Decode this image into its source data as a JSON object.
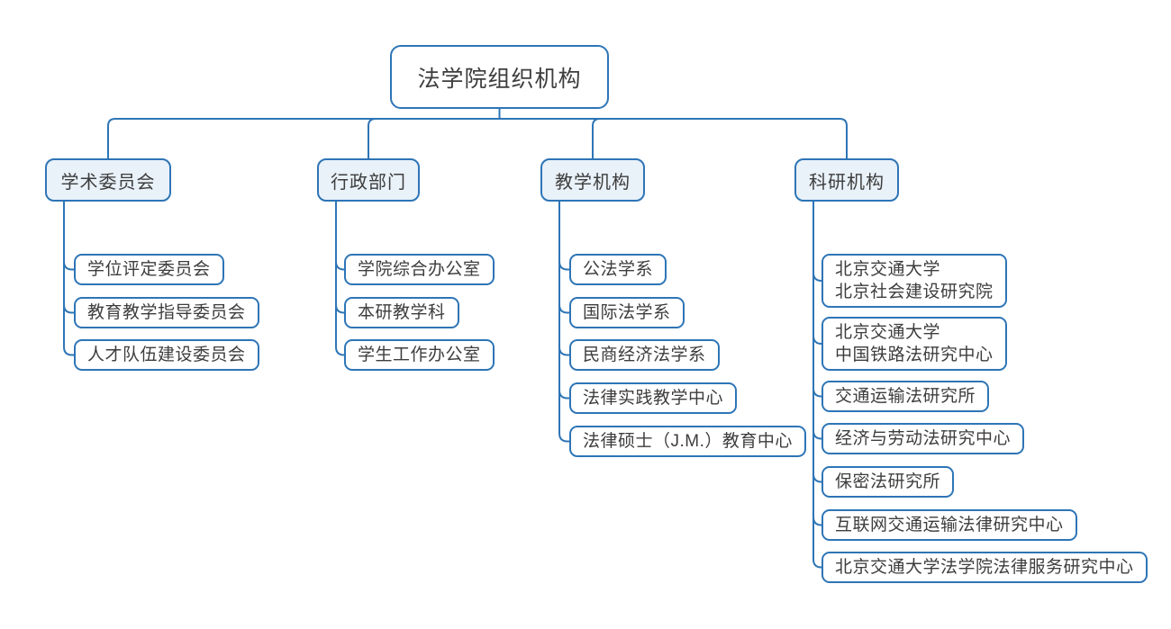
{
  "diagram": {
    "title": "法学院组织机构",
    "branches": [
      {
        "label": "学术委员会",
        "children": [
          {
            "label": "学位评定委员会"
          },
          {
            "label": "教育教学指导委员会"
          },
          {
            "label": "人才队伍建设委员会"
          }
        ]
      },
      {
        "label": "行政部门",
        "children": [
          {
            "label": "学院综合办公室"
          },
          {
            "label": "本研教学科"
          },
          {
            "label": "学生工作办公室"
          }
        ]
      },
      {
        "label": "教学机构",
        "children": [
          {
            "label": "公法学系"
          },
          {
            "label": "国际法学系"
          },
          {
            "label": "民商经济法学系"
          },
          {
            "label": "法律实践教学中心"
          },
          {
            "label": "法律硕士（J.M.）教育中心"
          }
        ]
      },
      {
        "label": "科研机构",
        "children": [
          {
            "label": "北京交通大学\n北京社会建设研究院"
          },
          {
            "label": "北京交通大学\n中国铁路法研究中心"
          },
          {
            "label": "交通运输法研究所"
          },
          {
            "label": "经济与劳动法研究中心"
          },
          {
            "label": "保密法研究所"
          },
          {
            "label": "互联网交通运输法律研究中心"
          },
          {
            "label": "北京交通大学法学院法律服务研究中心"
          }
        ]
      }
    ],
    "colors": {
      "line": "#2e75b6",
      "branch_fill": "#e9f1f9",
      "node_fill": "#ffffff",
      "text": "#3d3d3d"
    }
  }
}
